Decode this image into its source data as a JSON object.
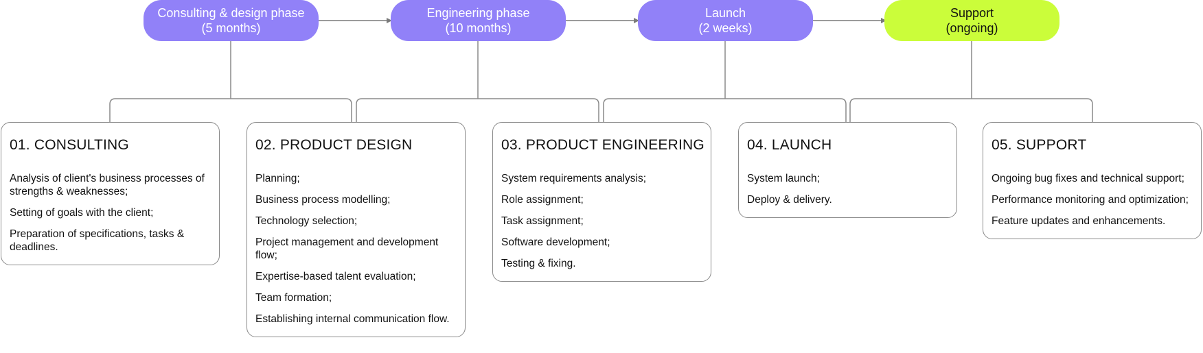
{
  "phases": [
    {
      "line1": "Consulting & design phase",
      "line2": "(5 months)",
      "style": "phase"
    },
    {
      "line1": "Engineering phase",
      "line2": "(10 months)",
      "style": "phase"
    },
    {
      "line1": "Launch",
      "line2": "(2 weeks)",
      "style": "phase"
    },
    {
      "line1": "Support",
      "line2": "(ongoing)",
      "style": "support"
    }
  ],
  "stages": [
    {
      "title": "01. CONSULTING",
      "items": [
        "Analysis of client's business processes of strengths & weaknesses;",
        "Setting of goals with the client;",
        "Preparation of specifications, tasks & deadlines."
      ]
    },
    {
      "title": "02. PRODUCT DESIGN",
      "items": [
        "Planning;",
        "Business process modelling;",
        "Technology selection;",
        "Project management and development flow;",
        "Expertise-based talent evaluation;",
        "Team formation;",
        "Establishing internal communication flow."
      ]
    },
    {
      "title": "03. PRODUCT ENGINEERING",
      "items": [
        "System requirements analysis;",
        "Role assignment;",
        "Task assignment;",
        "Software development;",
        "Testing & fixing."
      ]
    },
    {
      "title": "04. LAUNCH",
      "items": [
        "System launch;",
        "Deploy & delivery."
      ]
    },
    {
      "title": "05. SUPPORT",
      "items": [
        "Ongoing bug fixes and technical support;",
        "Performance monitoring and optimization;",
        "Feature updates and enhancements."
      ]
    }
  ],
  "colors": {
    "phase_fill": "#9181f8",
    "support_fill": "#cbfd3a",
    "line": "#8a8a8a"
  }
}
